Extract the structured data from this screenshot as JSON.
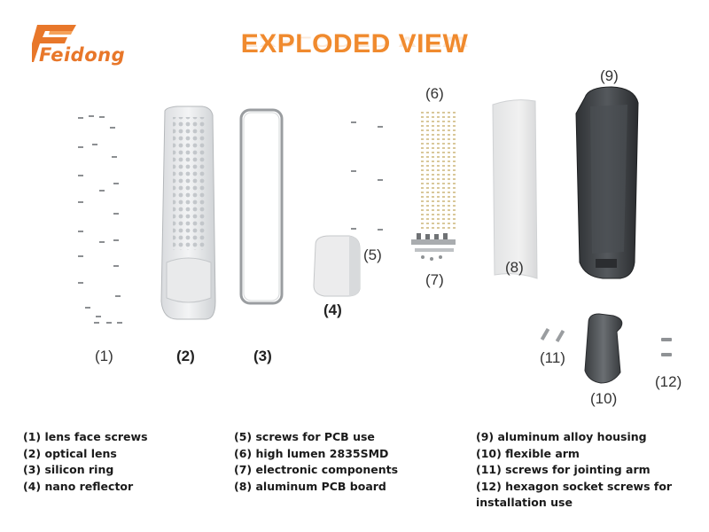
{
  "brand": {
    "name": "Feidong"
  },
  "title": "EXPLODED VIEW",
  "part_labels": [
    "(1)",
    "(2)",
    "(3)",
    "(4)",
    "(5)",
    "(6)",
    "(7)",
    "(8)",
    "(9)",
    "(10)",
    "(11)",
    "(12)"
  ],
  "legend": {
    "col1": [
      "(1) lens face screws",
      "(2) optical lens",
      "(3) silicon ring",
      "(4) nano reflector"
    ],
    "col2": [
      "(5) screws for PCB use",
      "(6) high lumen 2835SMD",
      "(7) electronic components",
      "(8) aluminum PCB board"
    ],
    "col3": [
      "(9) aluminum alloy housing",
      "(10) flexible arm",
      "(11) screws for jointing arm",
      "(12) hexagon socket screws for installation use"
    ]
  },
  "colors": {
    "brand": "#e8772a",
    "title": "#f08a2e"
  }
}
